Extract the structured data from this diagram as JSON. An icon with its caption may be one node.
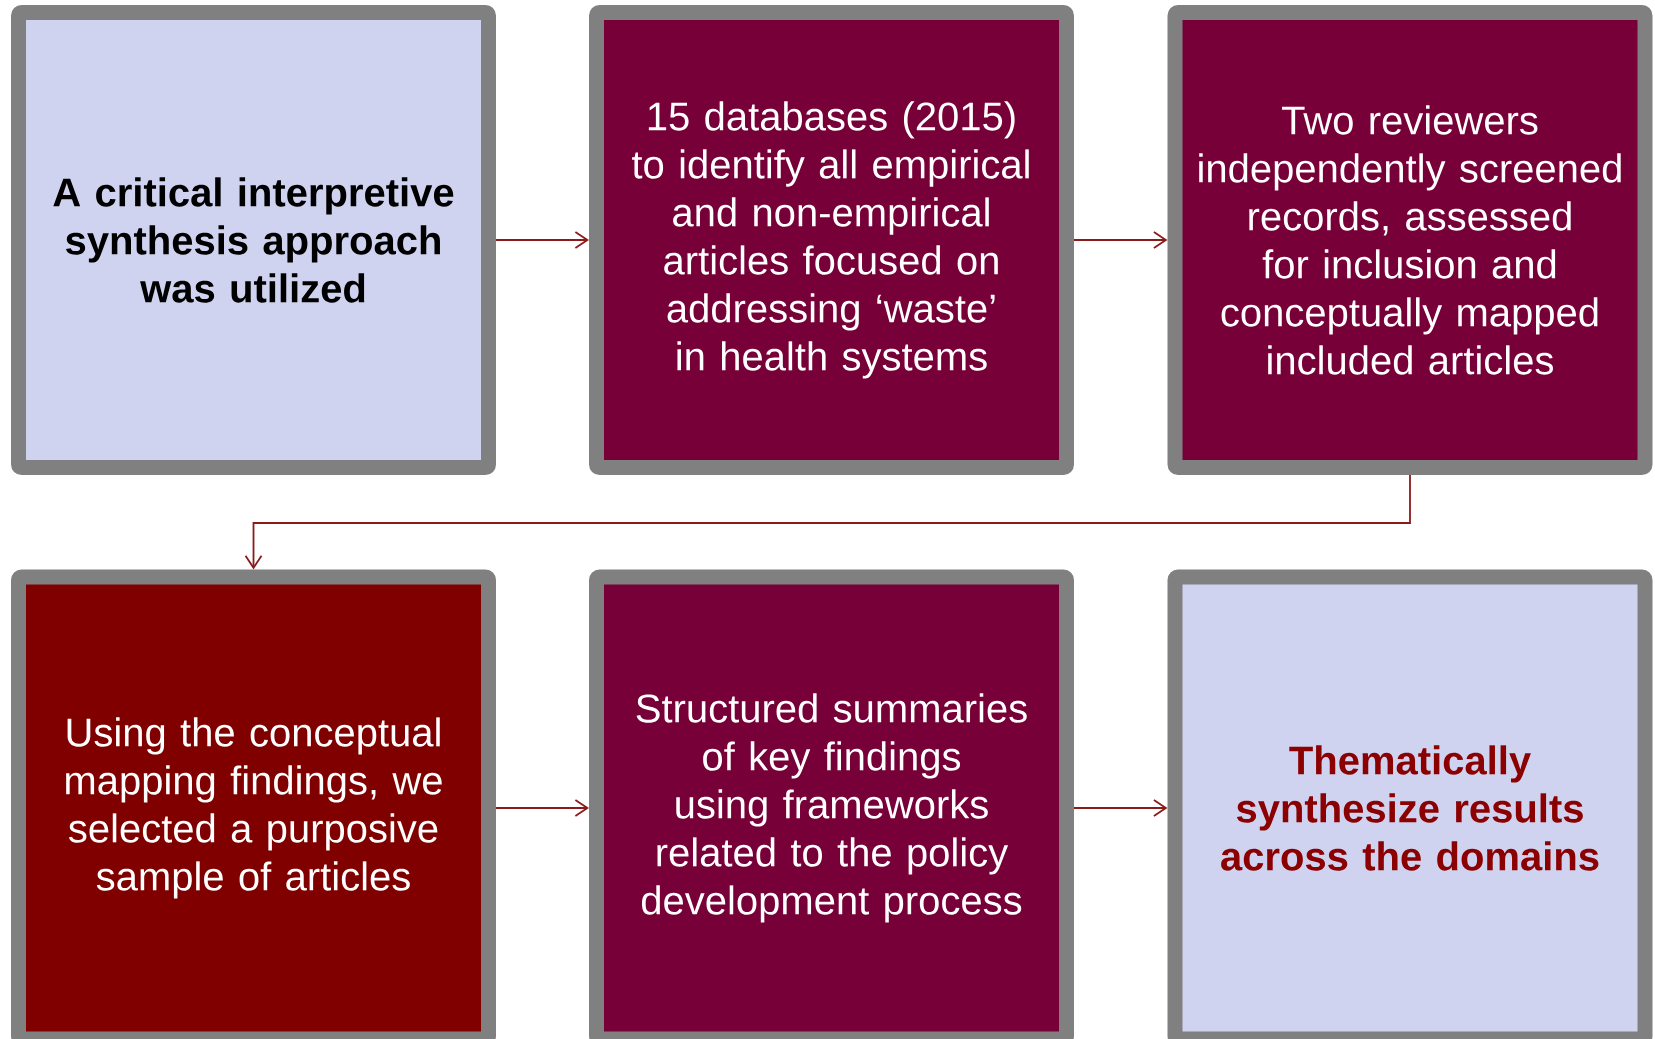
{
  "diagram": {
    "nodes": [
      {
        "text": [
          "A critical interpretive synthesis approach was utilized"
        ]
      },
      {
        "text": [
          "15 databases (2015) to identify all empirical and non-empirical articles focused on addressing ‘waste’ in health systems"
        ]
      },
      {
        "text": [
          "Two reviewers independently screened records, assessed for inclusion and conceptually mapped included articles"
        ]
      },
      {
        "text": [
          "Using the conceptual mapping findings, we selected a purposive sample of articles"
        ]
      },
      {
        "text": [
          "Structured summaries of key findings using frameworks related to the policy development process"
        ]
      },
      {
        "text": [
          "Thematically synthesize results across the domains"
        ]
      }
    ],
    "edges": [
      {
        "from": 0,
        "to": 1,
        "arrow": "to"
      },
      {
        "from": 1,
        "to": 2,
        "arrow": "to"
      },
      {
        "from": 2,
        "to": 3,
        "arrow": "to"
      },
      {
        "from": 3,
        "to": 4,
        "arrow": "to"
      },
      {
        "from": 4,
        "to": 5,
        "arrow": "to"
      }
    ]
  }
}
